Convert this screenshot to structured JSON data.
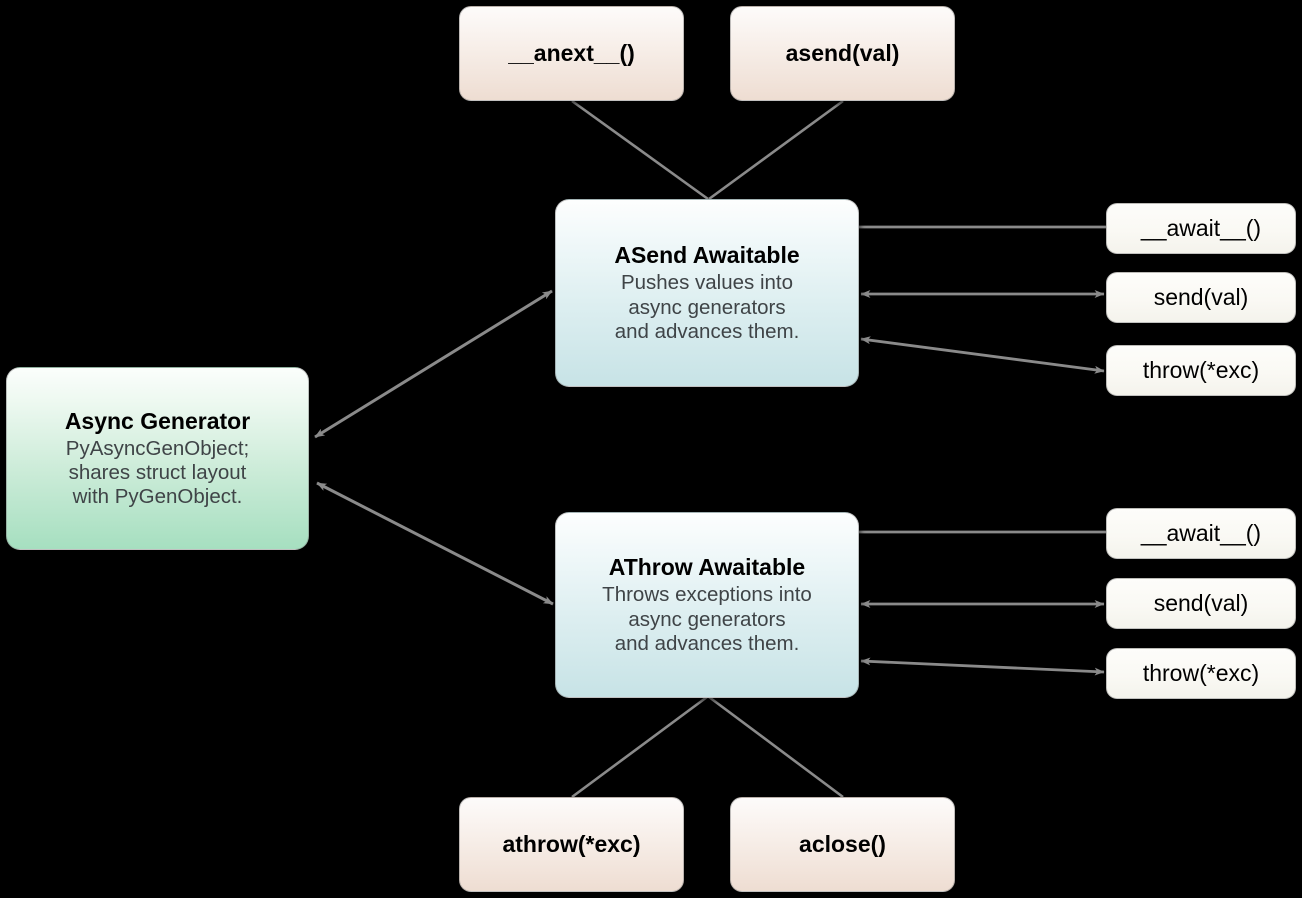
{
  "diagram": {
    "background_color": "#000000",
    "edge_color": "#8a8a8a",
    "nodes": {
      "generator": {
        "title": "Async Generator",
        "desc_lines": [
          "PyAsyncGenObject;",
          "shares struct layout",
          "with PyGenObject."
        ],
        "desc": "PyAsyncGenObject;\nshares struct layout\nwith PyGenObject.",
        "accent": "#a6dfc0"
      },
      "asend": {
        "title": "ASend Awaitable",
        "desc_lines": [
          "Pushes values into",
          "async generators",
          "and advances them."
        ],
        "desc": "Pushes values into\nasync generators\nand advances them.",
        "accent": "#c7e3e6"
      },
      "athrow": {
        "title": "AThrow Awaitable",
        "desc_lines": [
          "Throws exceptions into",
          "async generators",
          "and advances them."
        ],
        "desc": "Throws exceptions into\nasync generators\nand advances them.",
        "accent": "#c7e3e6"
      }
    },
    "top_methods": [
      {
        "label": "__anext__()"
      },
      {
        "label": "asend(val)"
      }
    ],
    "bottom_methods": [
      {
        "label": "athrow(*exc)"
      },
      {
        "label": "aclose()"
      }
    ],
    "asend_protocol": [
      {
        "label": "__await__()"
      },
      {
        "label": "send(val)"
      },
      {
        "label": "throw(*exc)"
      }
    ],
    "athrow_protocol": [
      {
        "label": "__await__()"
      },
      {
        "label": "send(val)"
      },
      {
        "label": "throw(*exc)"
      }
    ]
  }
}
